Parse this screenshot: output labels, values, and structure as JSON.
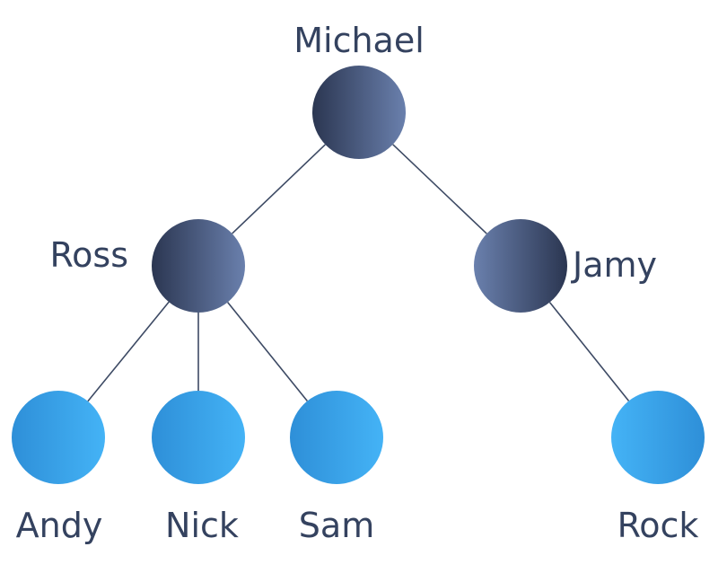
{
  "colors": {
    "dark_node_light": "#6a80ad",
    "dark_node_dark": "#2b3651",
    "light_node_light": "#44b3f6",
    "light_node_dark": "#2e8fd8",
    "edge": "#3d4a64",
    "label": "#34425f"
  },
  "tree": {
    "nodes": [
      {
        "id": "michael",
        "label": "Michael",
        "parent": null,
        "level": 0,
        "tone": "dark"
      },
      {
        "id": "ross",
        "label": "Ross",
        "parent": "michael",
        "level": 1,
        "tone": "dark"
      },
      {
        "id": "jamy",
        "label": "Jamy",
        "parent": "michael",
        "level": 1,
        "tone": "dark"
      },
      {
        "id": "andy",
        "label": "Andy",
        "parent": "ross",
        "level": 2,
        "tone": "light"
      },
      {
        "id": "nick",
        "label": "Nick",
        "parent": "ross",
        "level": 2,
        "tone": "light"
      },
      {
        "id": "sam",
        "label": "Sam",
        "parent": "ross",
        "level": 2,
        "tone": "light"
      },
      {
        "id": "rock",
        "label": "Rock",
        "parent": "jamy",
        "level": 2,
        "tone": "light"
      }
    ]
  }
}
